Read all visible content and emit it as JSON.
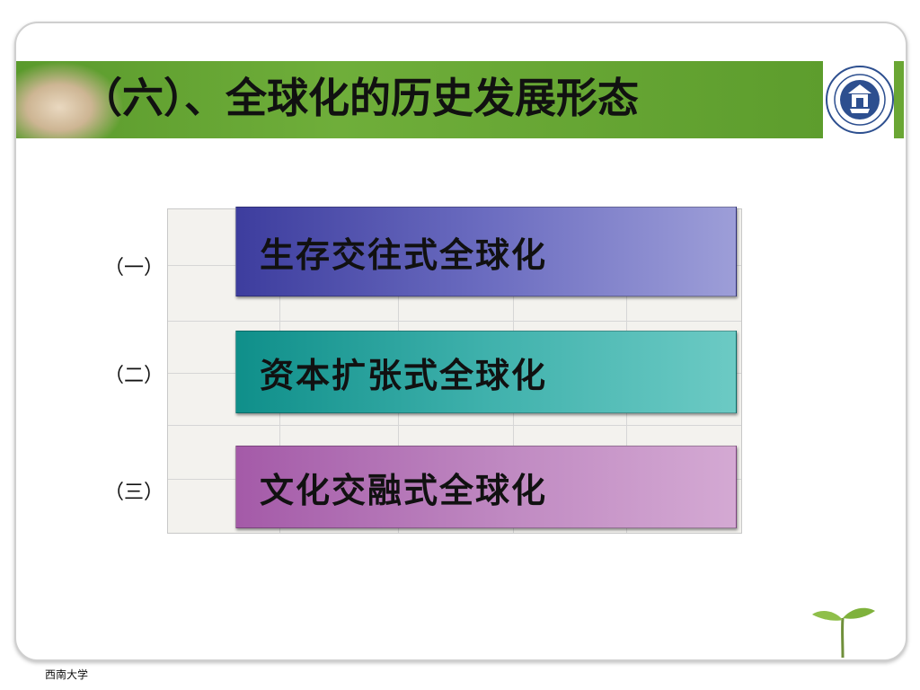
{
  "slide": {
    "title": "（六）、全球化的历史发展形态",
    "items": [
      {
        "number": "（一）",
        "label": "生存交往式全球化"
      },
      {
        "number": "（二）",
        "label": "资本扩张式全球化"
      },
      {
        "number": "（三）",
        "label": "文化交融式全球化"
      }
    ],
    "footer": "西南大学"
  },
  "colors": {
    "title_bar": "#5a9a2c",
    "box_1": "#3d3d9e",
    "box_2": "#0f8f8a",
    "box_3": "#a45aa8"
  },
  "icons": {
    "logo": "university-seal-icon",
    "decoration": "sprout-icon"
  }
}
